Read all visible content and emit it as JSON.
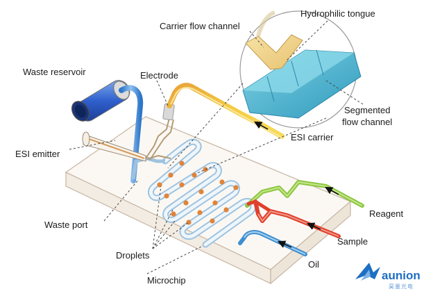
{
  "labels": {
    "carrier_flow_channel": "Carrier flow channel",
    "hydrophilic_tongue": "Hydrophilic tongue",
    "waste_reservoir": "Waste reservoir",
    "electrode": "Electrode",
    "segmented_flow_channel_line1": "Segmented",
    "segmented_flow_channel_line2": "flow channel",
    "esi_carrier": "ESI carrier",
    "esi_emitter": "ESI emitter",
    "waste_port": "Waste port",
    "reagent": "Reagent",
    "sample": "Sample",
    "droplets": "Droplets",
    "oil": "Oil",
    "microchip": "Microchip"
  },
  "logo": {
    "name": "aunion",
    "subtitle": "昊量光电"
  },
  "colors": {
    "chip_outline": "#c9b9a6",
    "chip_fill": "#fbf8f4",
    "channel_blue": "#6ea8d8",
    "esi_yellow": "#f1c33b",
    "esi_orange": "#e89a3a",
    "reagent_green": "#8cc63f",
    "sample_red": "#e0402c",
    "oil_blue": "#3f8fd0",
    "droplet_orange": "#e0843a",
    "reservoir_blue": "#3b6fd1",
    "zoom_cyan": "#4bb3cf",
    "logo_blue": "#1d6fc2"
  }
}
